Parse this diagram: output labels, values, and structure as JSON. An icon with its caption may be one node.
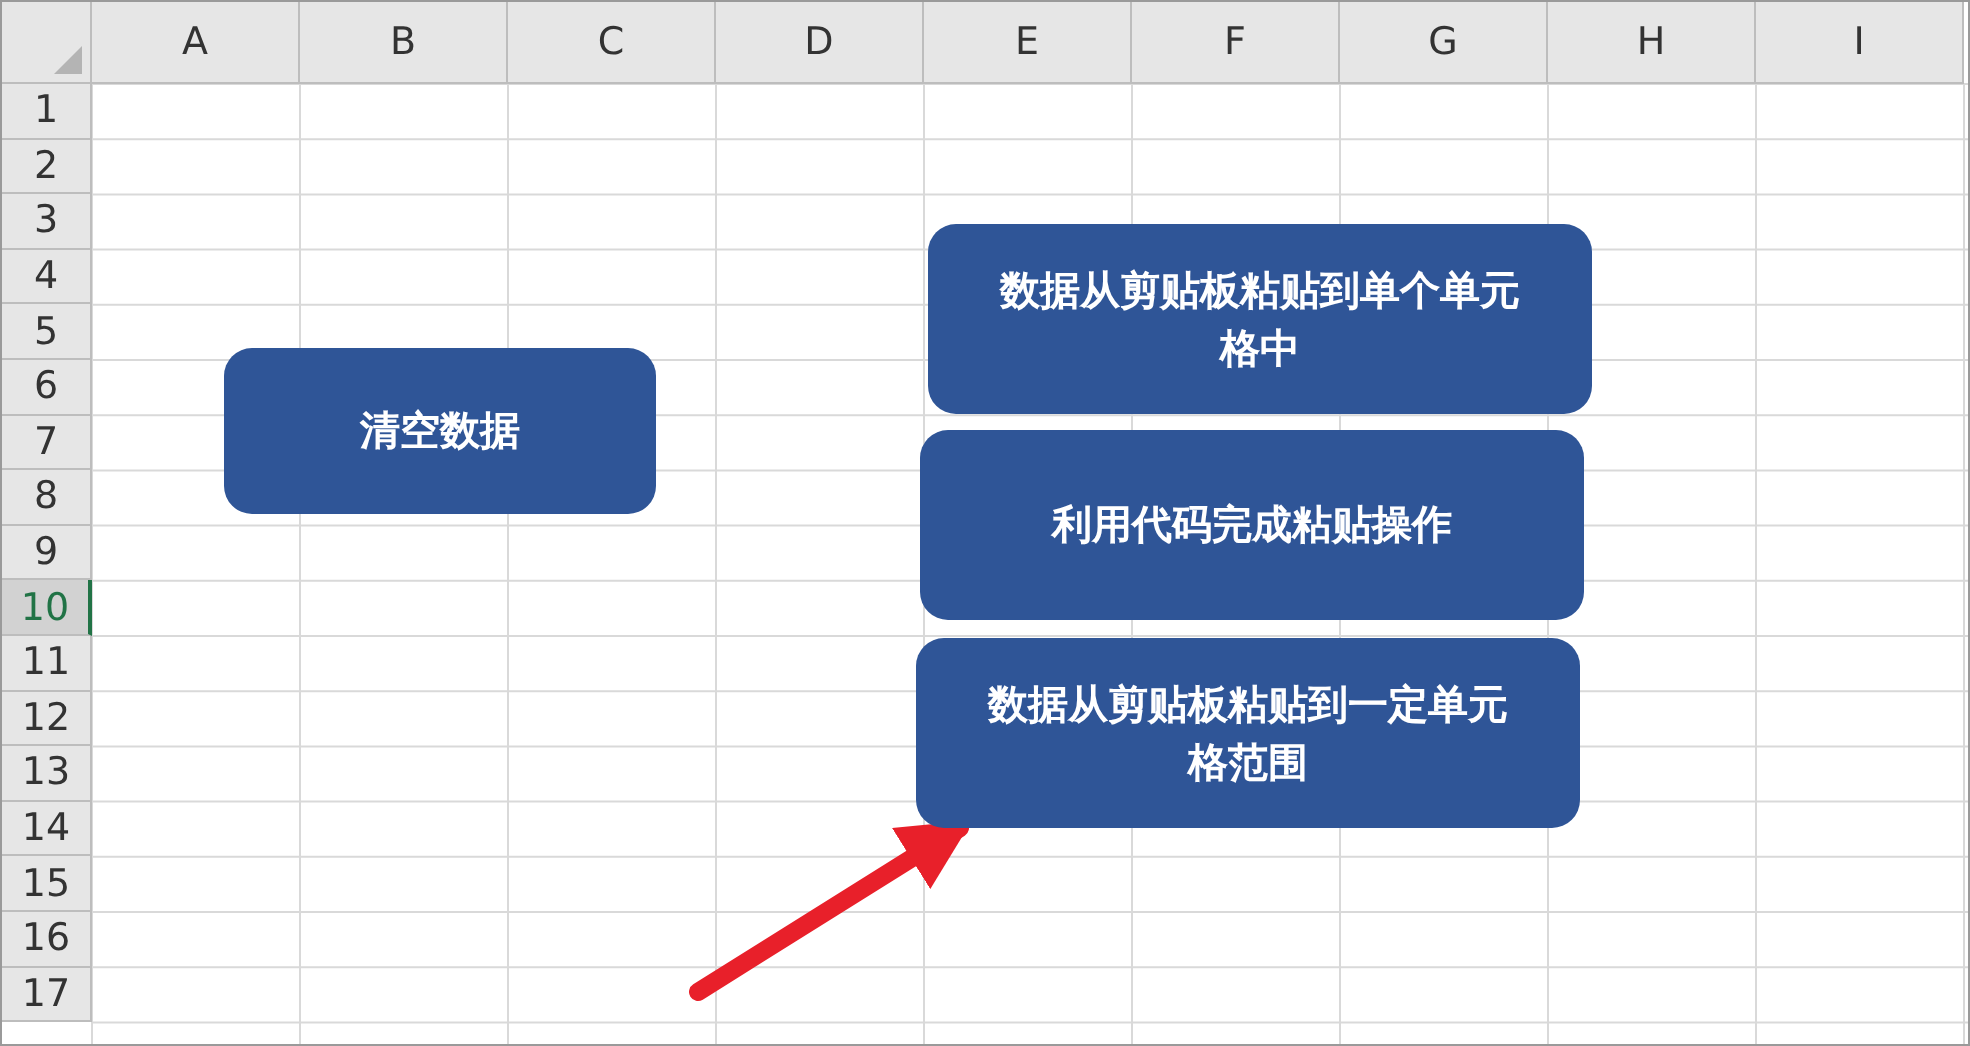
{
  "diagram": {
    "nodes": [
      {
        "text": [
          "清空数据"
        ]
      },
      {
        "text": [
          "数据从剪贴板粘贴到单个单元格中"
        ]
      },
      {
        "text": [
          "利用代码完成粘贴操作"
        ]
      },
      {
        "text": [
          "数据从剪贴板粘贴到一定单元格范围"
        ]
      }
    ],
    "edges": [
      {
        "from": null,
        "to": 3,
        "arrow": "to"
      }
    ],
    "labels": [
      "A",
      "B",
      "C",
      "D",
      "E",
      "F",
      "G",
      "H",
      "I",
      "1",
      "2",
      "3",
      "4",
      "5",
      "6",
      "7",
      "8",
      "9",
      "10",
      "11",
      "12",
      "13",
      "14",
      "15",
      "16",
      "17"
    ]
  }
}
